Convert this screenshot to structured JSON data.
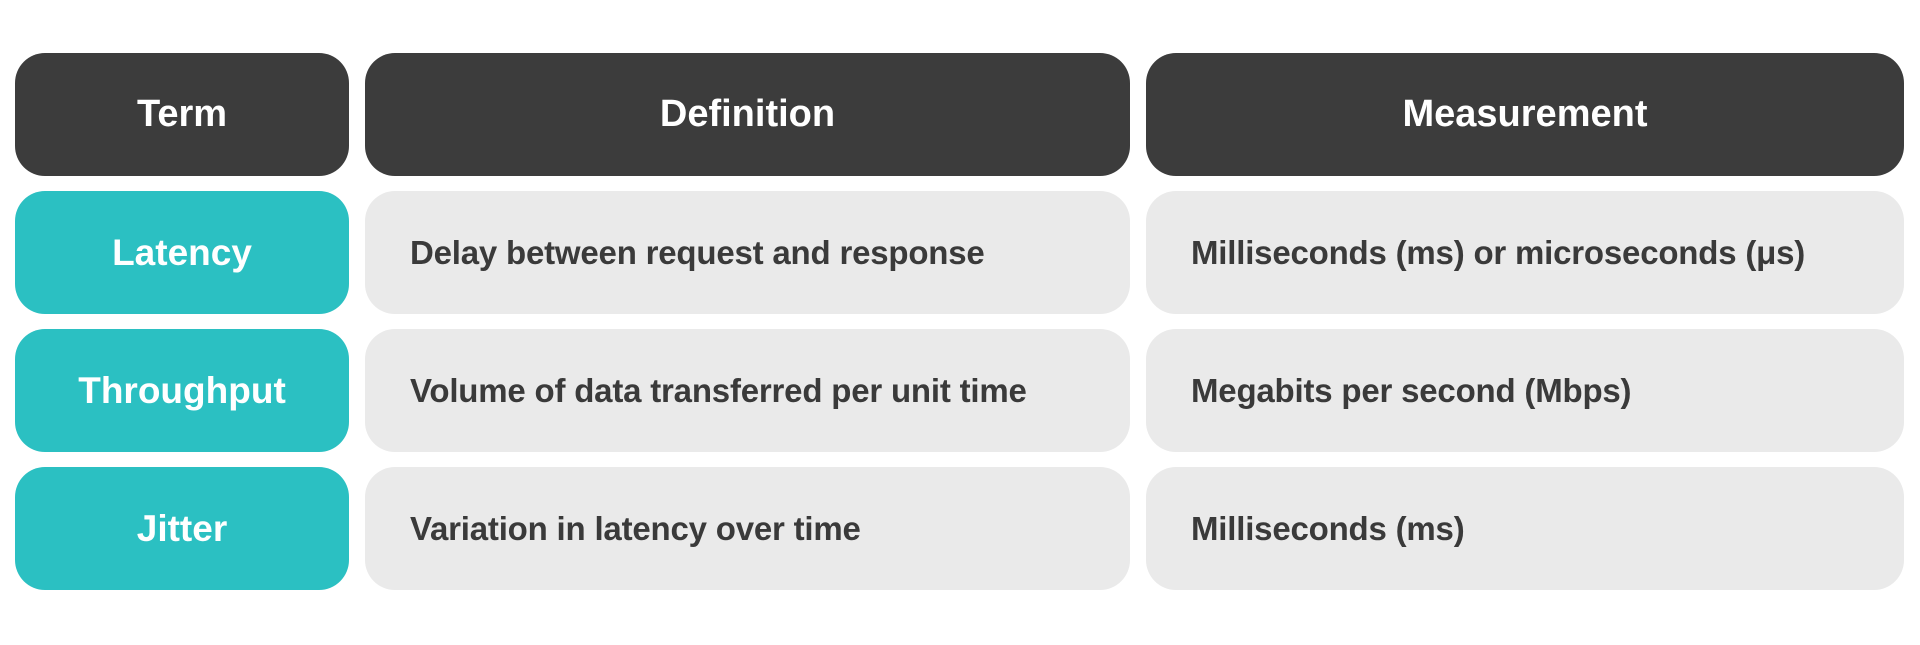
{
  "colors": {
    "header_bg": "#3c3c3c",
    "term_bg": "#2bc0c2",
    "cell_bg": "#eaeaea",
    "body_text": "#3a3a3a",
    "header_text": "#ffffff"
  },
  "header": {
    "term": "Term",
    "definition": "Definition",
    "measurement": "Measurement"
  },
  "rows": [
    {
      "term": "Latency",
      "definition": "Delay between request and response",
      "measurement": "Milliseconds (ms) or microseconds (μs)"
    },
    {
      "term": "Throughput",
      "definition": "Volume of data transferred per unit time",
      "measurement": "Megabits per second (Mbps)"
    },
    {
      "term": "Jitter",
      "definition": "Variation in latency over time",
      "measurement": "Milliseconds (ms)"
    }
  ]
}
